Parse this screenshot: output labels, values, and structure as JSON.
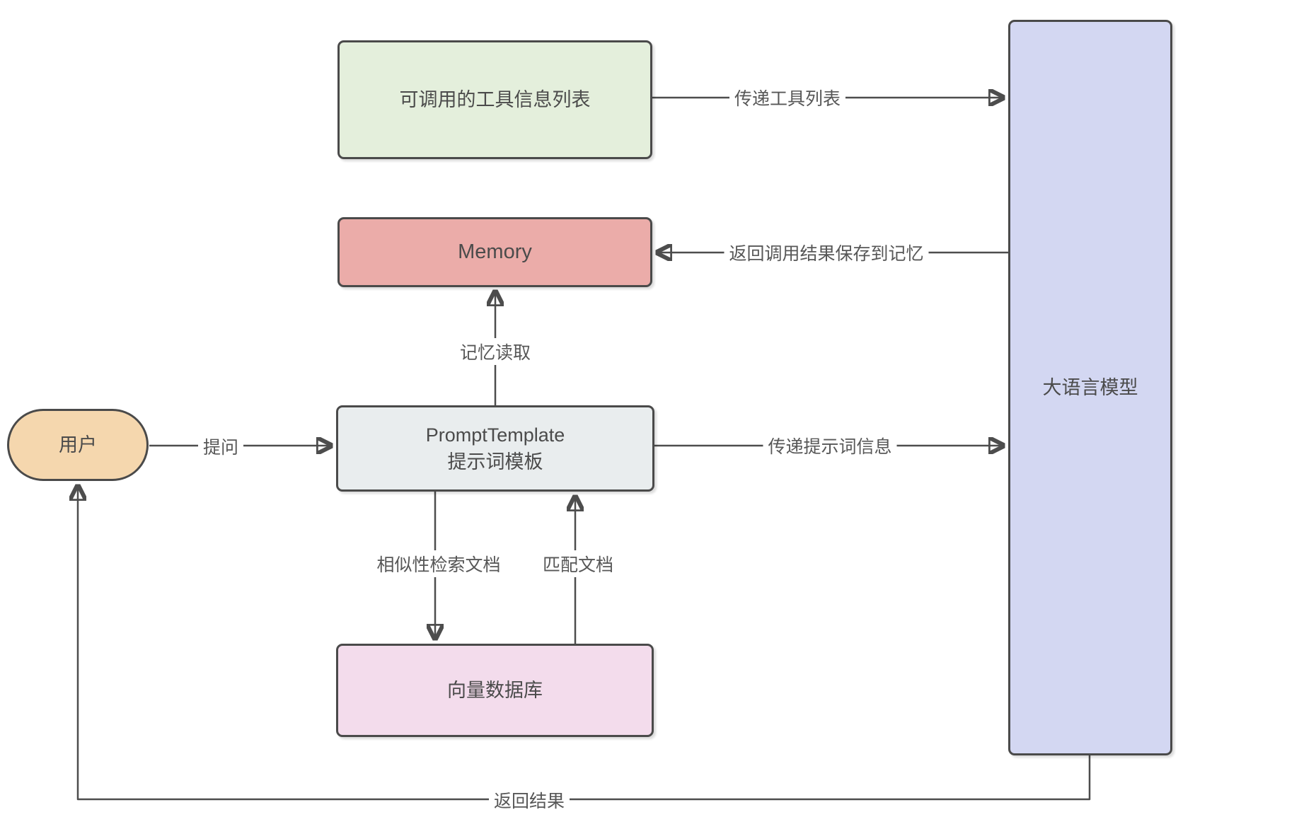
{
  "diagram": {
    "title": "LangChain LLM application flow diagram",
    "nodes": {
      "tools": {
        "label": "可调用的工具信息列表"
      },
      "memory": {
        "label": "Memory"
      },
      "prompt_template": {
        "label_line1": "PromptTemplate",
        "label_line2": "提示词模板"
      },
      "vector_db": {
        "label": "向量数据库"
      },
      "llm": {
        "label": "大语言模型"
      },
      "user": {
        "label": "用户"
      }
    },
    "edges": {
      "pass_tool_list": {
        "label": "传递工具列表",
        "from": "tools",
        "to": "llm"
      },
      "save_result_to_memory": {
        "label": "返回调用结果保存到记忆",
        "from": "llm",
        "to": "memory"
      },
      "memory_read": {
        "label": "记忆读取",
        "from": "prompt_template",
        "to": "memory"
      },
      "ask": {
        "label": "提问",
        "from": "user",
        "to": "prompt_template"
      },
      "pass_prompt_info": {
        "label": "传递提示词信息",
        "from": "prompt_template",
        "to": "llm"
      },
      "similarity_search": {
        "label": "相似性检索文档",
        "from": "prompt_template",
        "to": "vector_db"
      },
      "match_docs": {
        "label": "匹配文档",
        "from": "vector_db",
        "to": "prompt_template"
      },
      "return_result": {
        "label": "返回结果",
        "from": "llm",
        "to": "user"
      }
    },
    "colors": {
      "tools_fill": "#e4efdc",
      "memory_fill": "#ebaca9",
      "prompt_fill": "#e9edee",
      "vector_db_fill": "#f3dcec",
      "llm_fill": "#d3d7f2",
      "user_fill": "#f5d7ae",
      "border": "#4a4a4a",
      "line": "#4d4d4d",
      "arrow": "#3f3f3f",
      "node_text": "#4b4b4b",
      "edge_text": "#575757"
    }
  }
}
